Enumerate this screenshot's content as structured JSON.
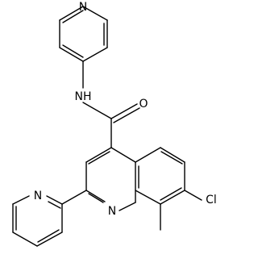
{
  "molecule": {
    "atom_labels": {
      "pyridyl_top_n": "N",
      "amide_nh": "NH",
      "carbonyl_o": "O",
      "quinoline_n": "N",
      "pyridyl_left_n": "N",
      "chloro": "Cl"
    }
  }
}
